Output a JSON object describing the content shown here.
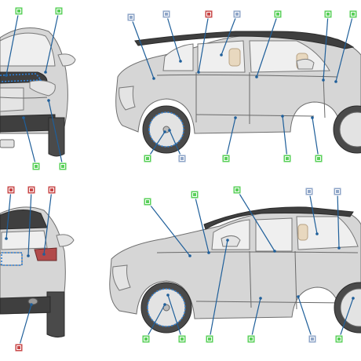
{
  "colors": {
    "leader": "#1f5f9a",
    "dot": "#2f7fd3",
    "green": "#5ad05a",
    "gray": "#8fa6c8",
    "red": "#c84848"
  },
  "markers": [
    {
      "id": "m1",
      "color": "green"
    },
    {
      "id": "m2",
      "color": "green"
    },
    {
      "id": "m3",
      "color": "gray"
    },
    {
      "id": "m4",
      "color": "gray"
    },
    {
      "id": "m5",
      "color": "red"
    },
    {
      "id": "m6",
      "color": "gray"
    },
    {
      "id": "m7",
      "color": "green"
    },
    {
      "id": "m8",
      "color": "green"
    },
    {
      "id": "m9",
      "color": "green"
    },
    {
      "id": "m10",
      "color": "green"
    },
    {
      "id": "m11",
      "color": "green"
    },
    {
      "id": "m12",
      "color": "green"
    },
    {
      "id": "m13",
      "color": "gray"
    },
    {
      "id": "m14",
      "color": "green"
    },
    {
      "id": "m15",
      "color": "green"
    },
    {
      "id": "m16",
      "color": "green"
    },
    {
      "id": "m17",
      "color": "red"
    },
    {
      "id": "m18",
      "color": "red"
    },
    {
      "id": "m19",
      "color": "red"
    },
    {
      "id": "m20",
      "color": "red"
    },
    {
      "id": "m21",
      "color": "green"
    },
    {
      "id": "m22",
      "color": "green"
    },
    {
      "id": "m23",
      "color": "green"
    },
    {
      "id": "m24",
      "color": "gray"
    },
    {
      "id": "m25",
      "color": "gray"
    },
    {
      "id": "m26",
      "color": "green"
    },
    {
      "id": "m27",
      "color": "green"
    },
    {
      "id": "m28",
      "color": "green"
    },
    {
      "id": "m29",
      "color": "green"
    },
    {
      "id": "m30",
      "color": "gray"
    },
    {
      "id": "m31",
      "color": "green"
    }
  ]
}
